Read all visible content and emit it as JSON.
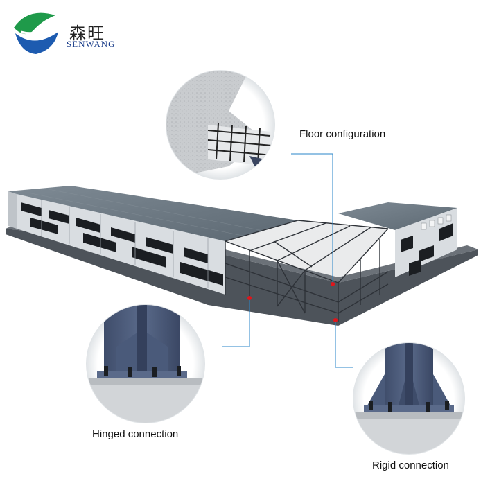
{
  "brand": {
    "name_cn": "森旺",
    "name_en": "SENWANG",
    "colors": {
      "green": "#1f9a4a",
      "blue": "#1d5bb0"
    }
  },
  "callouts": {
    "floor": "Floor configuration",
    "hinged": "Hinged connection",
    "rigid": "Rigid connection"
  },
  "colors": {
    "leader_line": "#2a84c8",
    "marker": "#e0151b",
    "roof": "#6a7680",
    "steel": "#4a5a78"
  }
}
